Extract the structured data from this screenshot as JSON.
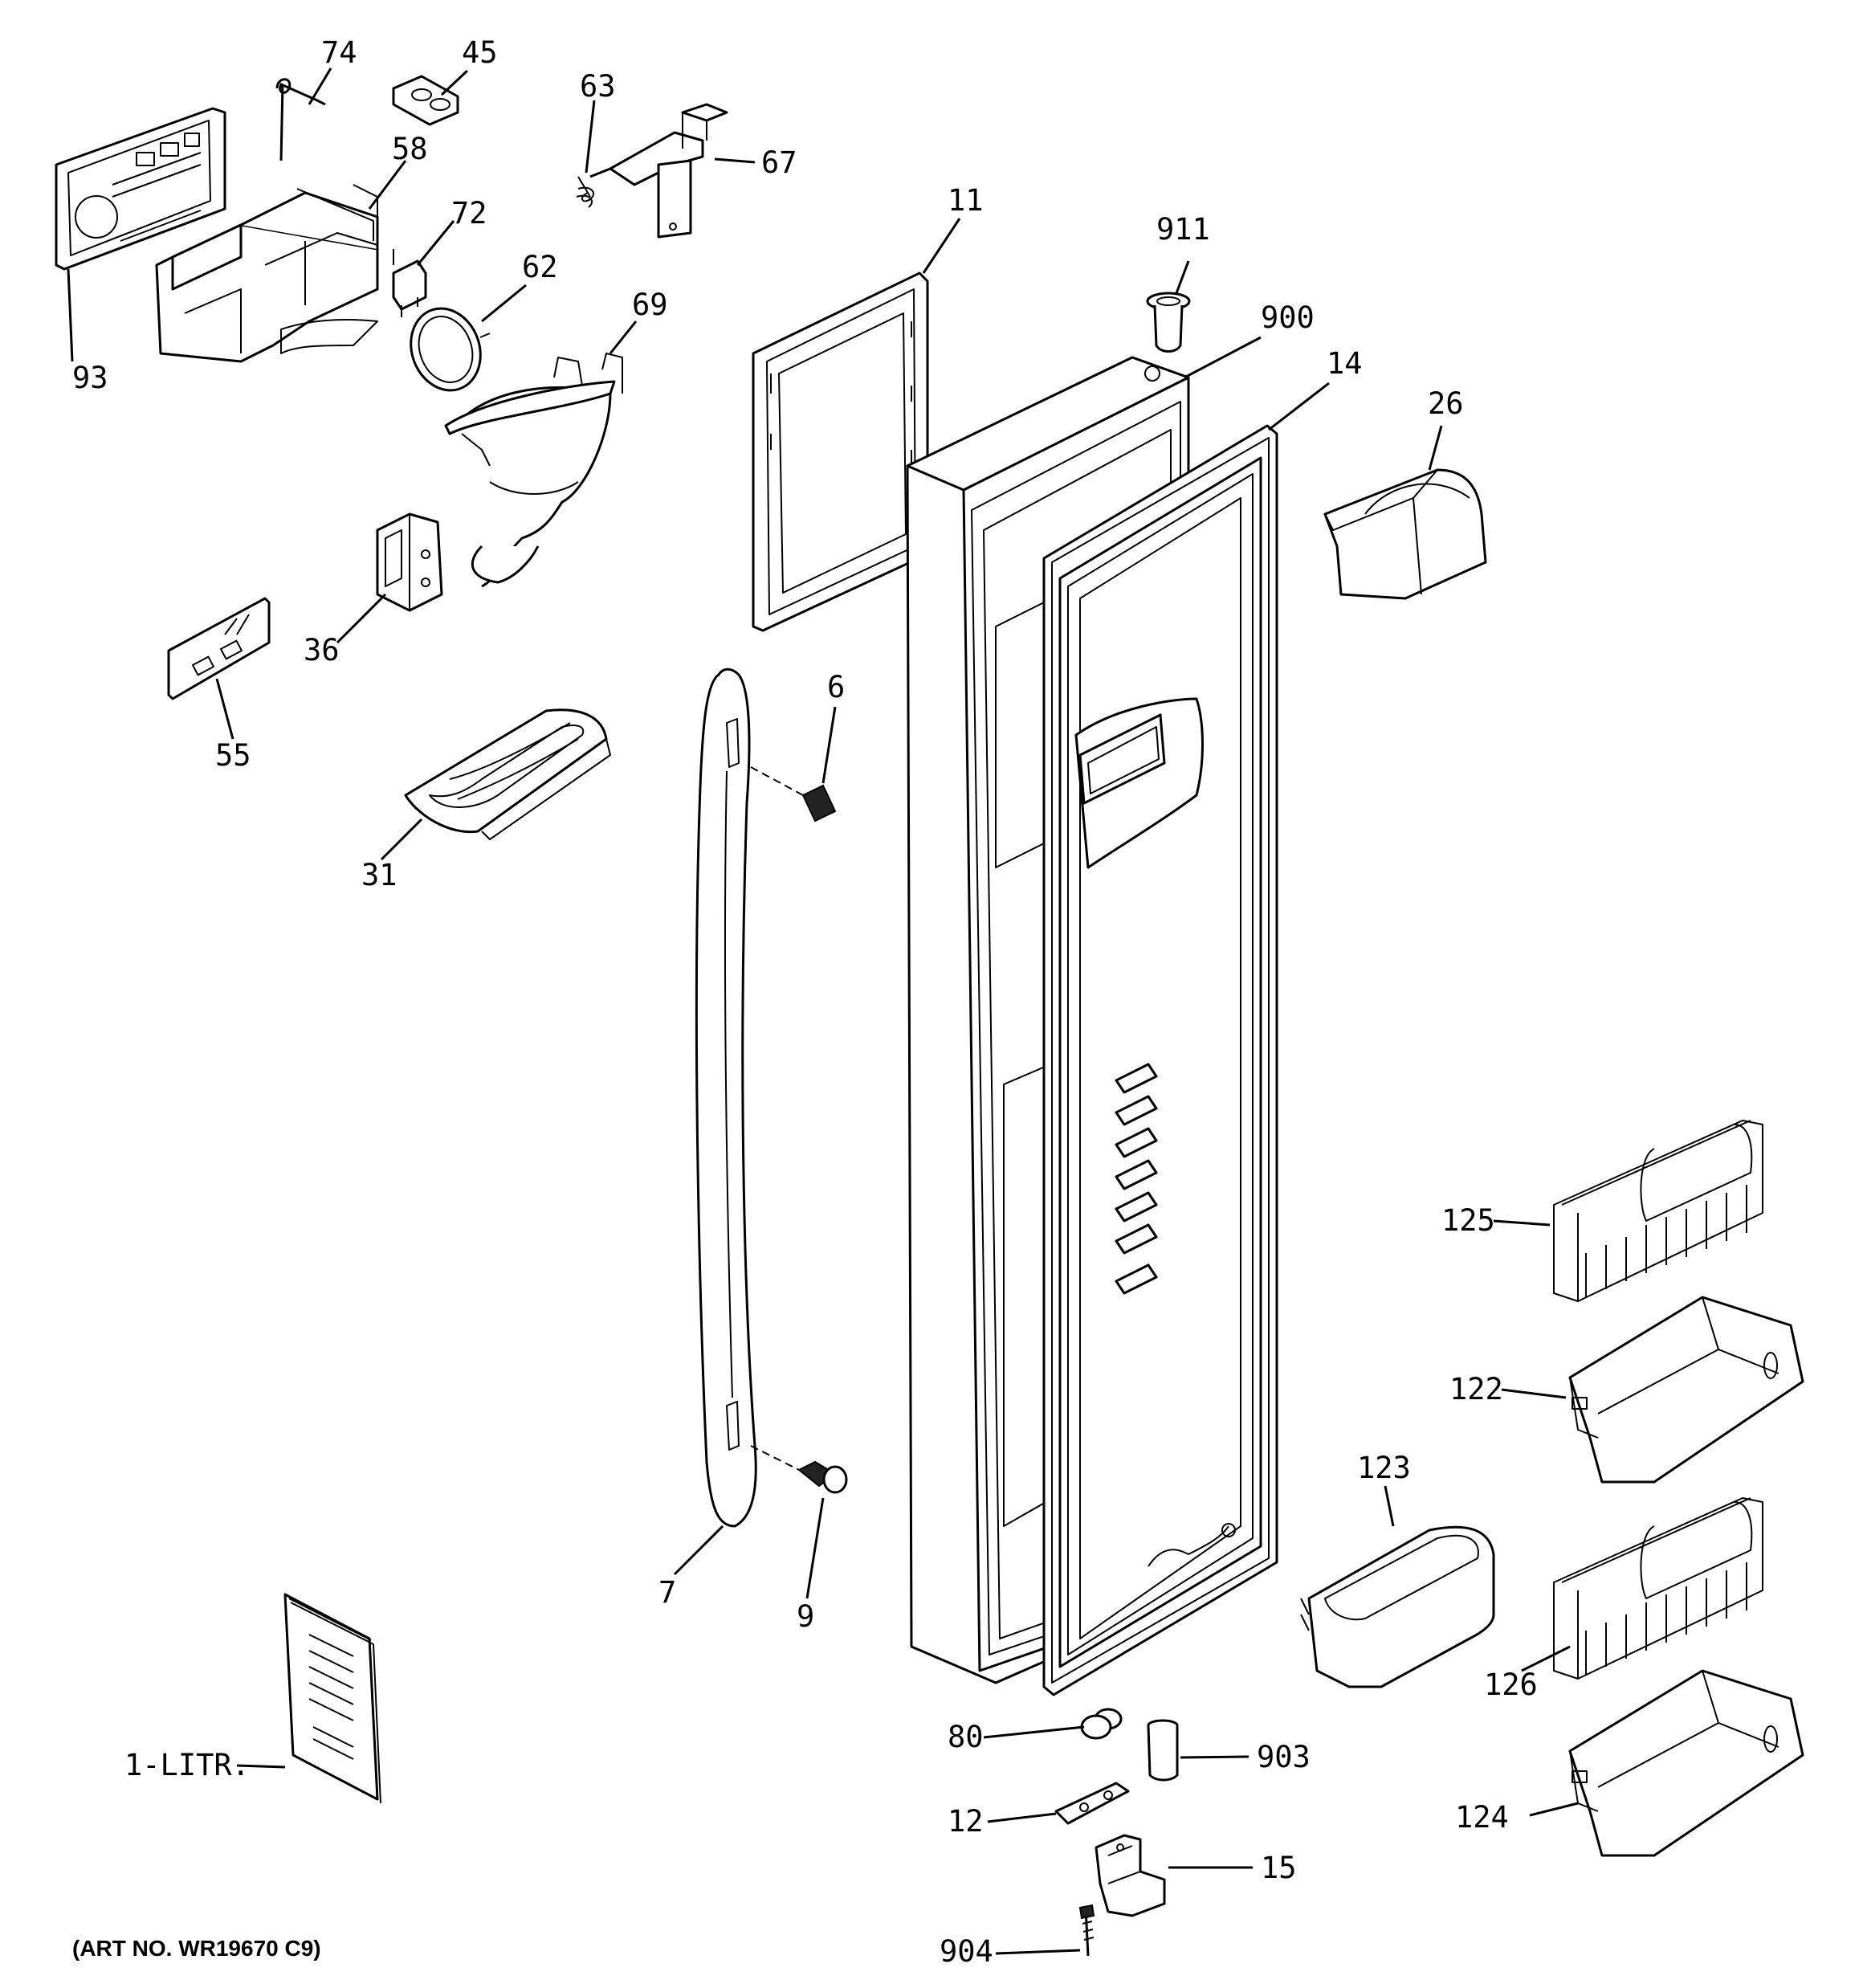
{
  "diagram": {
    "parts": [
      {
        "key": "p74",
        "label": "74"
      },
      {
        "key": "p45",
        "label": "45"
      },
      {
        "key": "p63",
        "label": "63"
      },
      {
        "key": "p67",
        "label": "67"
      },
      {
        "key": "p58",
        "label": "58"
      },
      {
        "key": "p72",
        "label": "72"
      },
      {
        "key": "p62",
        "label": "62"
      },
      {
        "key": "p69",
        "label": "69"
      },
      {
        "key": "p93",
        "label": "93"
      },
      {
        "key": "p36",
        "label": "36"
      },
      {
        "key": "p55",
        "label": "55"
      },
      {
        "key": "p31",
        "label": "31"
      },
      {
        "key": "p11",
        "label": "11"
      },
      {
        "key": "p911",
        "label": "911"
      },
      {
        "key": "p900",
        "label": "900"
      },
      {
        "key": "p14",
        "label": "14"
      },
      {
        "key": "p26",
        "label": "26"
      },
      {
        "key": "p6",
        "label": "6"
      },
      {
        "key": "p7",
        "label": "7"
      },
      {
        "key": "p9",
        "label": "9"
      },
      {
        "key": "p125",
        "label": "125"
      },
      {
        "key": "p122",
        "label": "122"
      },
      {
        "key": "p123",
        "label": "123"
      },
      {
        "key": "p126",
        "label": "126"
      },
      {
        "key": "p124",
        "label": "124"
      },
      {
        "key": "p80",
        "label": "80"
      },
      {
        "key": "p903",
        "label": "903"
      },
      {
        "key": "p12",
        "label": "12"
      },
      {
        "key": "p15",
        "label": "15"
      },
      {
        "key": "p904",
        "label": "904"
      },
      {
        "key": "p1",
        "label": "1-LITR."
      }
    ],
    "art_number": "(ART NO. WR19670 C9)"
  }
}
